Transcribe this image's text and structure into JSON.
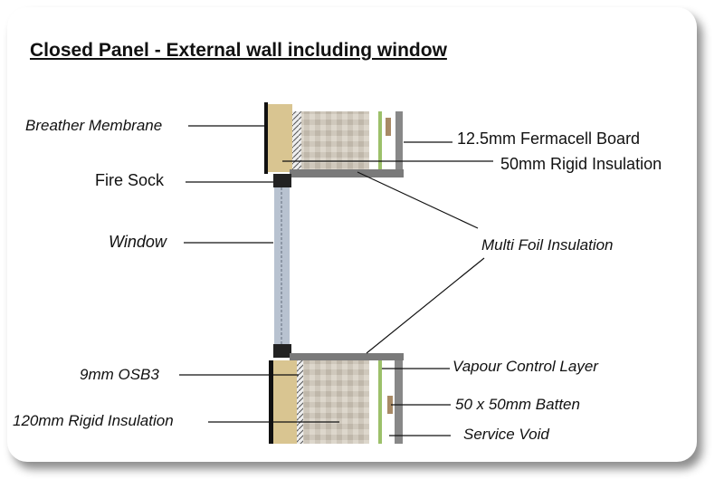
{
  "title": "Closed Panel - External wall including window",
  "labels": {
    "breather_membrane": "Breather Membrane",
    "fire_sock": "Fire Sock",
    "window": "Window",
    "osb3": "9mm OSB3",
    "rigid_120": "120mm Rigid Insulation",
    "fermacell": "12.5mm Fermacell Board",
    "rigid_50": "50mm Rigid Insulation",
    "multi_foil": "Multi Foil Insulation",
    "vcl": "Vapour Control Layer",
    "batten": "50 x 50mm Batten",
    "service_void": "Service Void"
  },
  "colors": {
    "membrane": "#111111",
    "wood_fibre": "#d9c591",
    "insulation": "#cfc8bc",
    "foil": "#7a7a7a",
    "vcl": "#9cc06a",
    "batten": "#a88a66",
    "glass": "#b8c2d0"
  }
}
